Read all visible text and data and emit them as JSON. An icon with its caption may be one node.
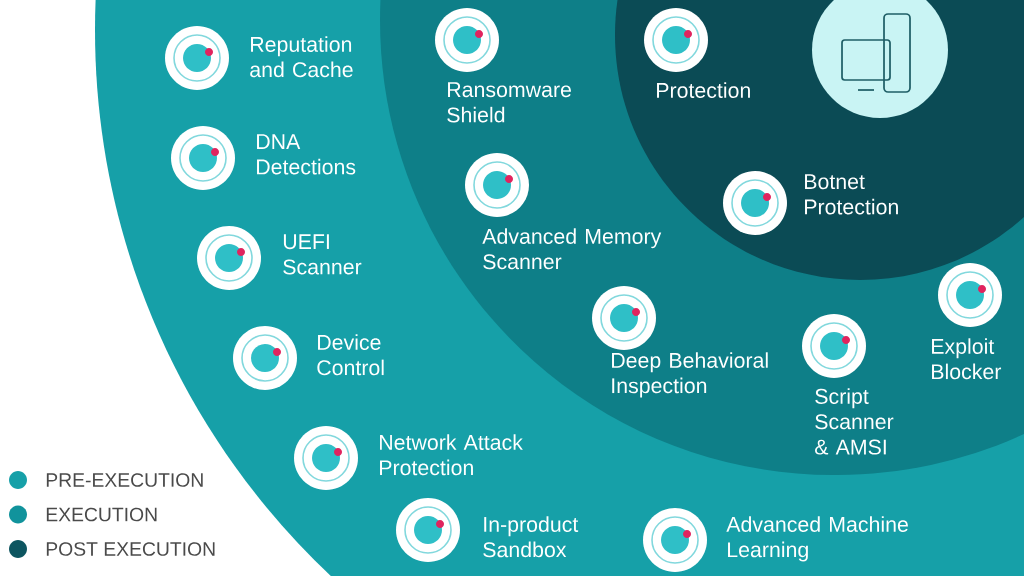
{
  "diagram": {
    "nodes": [
      {
        "text": [],
        "shape": "circle"
      },
      {
        "text": [],
        "shape": "circle",
        "in": 0
      },
      {
        "text": [],
        "shape": "circle",
        "in": 1
      },
      {
        "text": [
          "Reputation and Cache"
        ],
        "in": 0
      },
      {
        "text": [
          "DNA Detections"
        ],
        "in": 0
      },
      {
        "text": [
          "UEFI Scanner"
        ],
        "in": 0
      },
      {
        "text": [
          "Device Control"
        ],
        "in": 0
      },
      {
        "text": [
          "Network Attack Protection"
        ],
        "in": 0
      },
      {
        "text": [
          "In-product Sandbox"
        ],
        "in": 0
      },
      {
        "text": [
          "Advanced Machine Learning"
        ],
        "in": 0
      },
      {
        "text": [
          "Ransomware Shield"
        ],
        "in": 1
      },
      {
        "text": [
          "Advanced Memory Scanner"
        ],
        "in": 1
      },
      {
        "text": [
          "Deep Behavioral Inspection"
        ],
        "in": 1
      },
      {
        "text": [
          "Script Scanner & AMSI"
        ],
        "in": 1
      },
      {
        "text": [
          "Exploit Blocker"
        ],
        "in": 1
      },
      {
        "text": [],
        "shape": "picture",
        "in": 2
      },
      {
        "text": [
          "Protection"
        ],
        "in": 2
      },
      {
        "text": [
          "Botnet Protection"
        ],
        "in": 2
      }
    ],
    "legend": [
      {
        "text": "PRE-EXECUTION",
        "color": "#16a0a8"
      },
      {
        "text": "EXECUTION",
        "color": "#11939c"
      },
      {
        "text": "POST EXECUTION",
        "color": "#0d5560"
      }
    ]
  }
}
